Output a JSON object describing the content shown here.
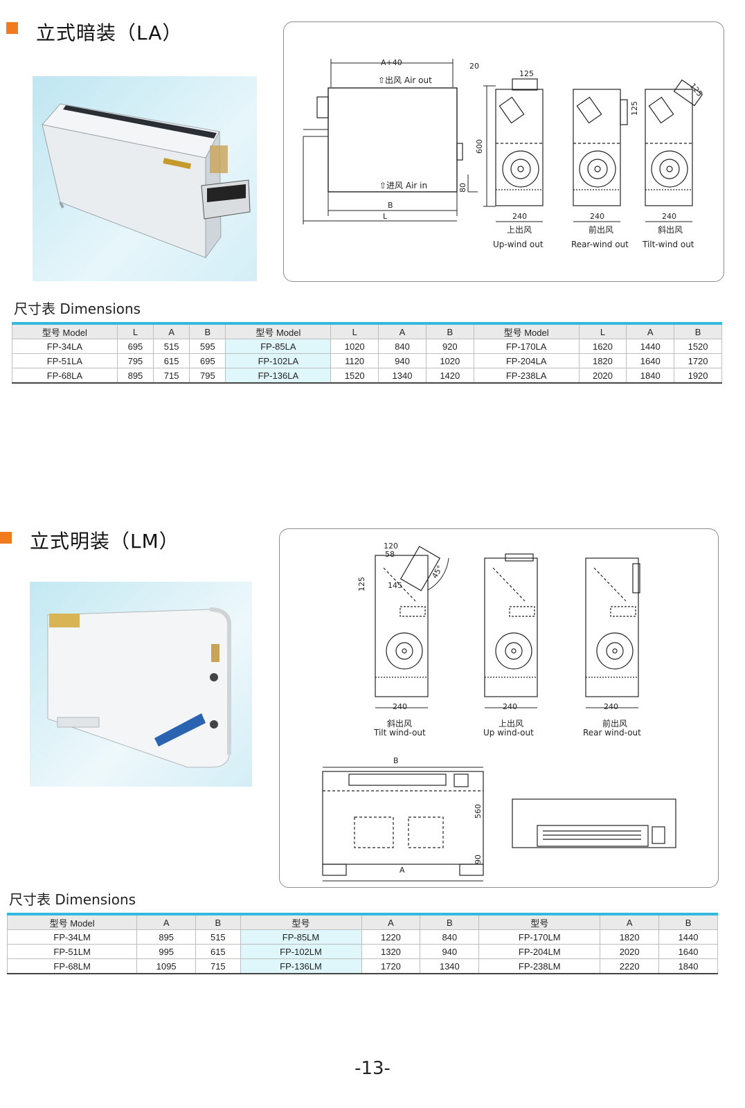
{
  "section1": {
    "title": "立式暗装（LA）",
    "dim_title": "尺寸表 Dimensions",
    "drawing": {
      "a_plus_40": "A+40",
      "air_out": "⇧出风 Air out",
      "air_in": "⇧进风 Air in",
      "b": "B",
      "l": "L",
      "d20": "20",
      "d600": "600",
      "d80": "80",
      "d125": "125",
      "d240": "240",
      "up_cn": "上出风",
      "up_en": "Up-wind out",
      "rear_cn": "前出风",
      "rear_en": "Rear-wind out",
      "tilt_cn": "斜出风",
      "tilt_en": "Tilt-wind out"
    },
    "headers": [
      "型号 Model",
      "L",
      "A",
      "B",
      "型号 Model",
      "L",
      "A",
      "B",
      "型号 Model",
      "L",
      "A",
      "B"
    ],
    "rows": [
      [
        "FP-34LA",
        "695",
        "515",
        "595",
        "FP-85LA",
        "1020",
        "840",
        "920",
        "FP-170LA",
        "1620",
        "1440",
        "1520"
      ],
      [
        "FP-51LA",
        "795",
        "615",
        "695",
        "FP-102LA",
        "1120",
        "940",
        "1020",
        "FP-204LA",
        "1820",
        "1640",
        "1720"
      ],
      [
        "FP-68LA",
        "895",
        "715",
        "795",
        "FP-136LA",
        "1520",
        "1340",
        "1420",
        "FP-238LA",
        "2020",
        "1840",
        "1920"
      ]
    ]
  },
  "section2": {
    "title": "立式明装（LM）",
    "dim_title": "尺寸表 Dimensions",
    "drawing": {
      "d120": "120",
      "d58": "58",
      "d125": "125",
      "d145": "145",
      "d45": "45°",
      "d240": "240",
      "tilt_cn": "斜出风",
      "tilt_en": "Tilt wind-out",
      "up_cn": "上出风",
      "up_en": "Up wind-out",
      "rear_cn": "前出风",
      "rear_en": "Rear wind-out",
      "b": "B",
      "a": "A",
      "d560": "560",
      "d90": "90"
    },
    "headers": [
      "型号 Model",
      "A",
      "B",
      "型号",
      "A",
      "B",
      "型号",
      "A",
      "B"
    ],
    "rows": [
      [
        "FP-34LM",
        "895",
        "515",
        "FP-85LM",
        "1220",
        "840",
        "FP-170LM",
        "1820",
        "1440"
      ],
      [
        "FP-51LM",
        "995",
        "615",
        "FP-102LM",
        "1320",
        "940",
        "FP-204LM",
        "2020",
        "1640"
      ],
      [
        "FP-68LM",
        "1095",
        "715",
        "FP-136LM",
        "1720",
        "1340",
        "FP-238LM",
        "2220",
        "1840"
      ]
    ]
  },
  "page_number": "-13-",
  "colors": {
    "accent_orange": "#f07a1d",
    "table_rule_blue": "#35b8dd",
    "model_cell_tint": "#dff6fb"
  }
}
